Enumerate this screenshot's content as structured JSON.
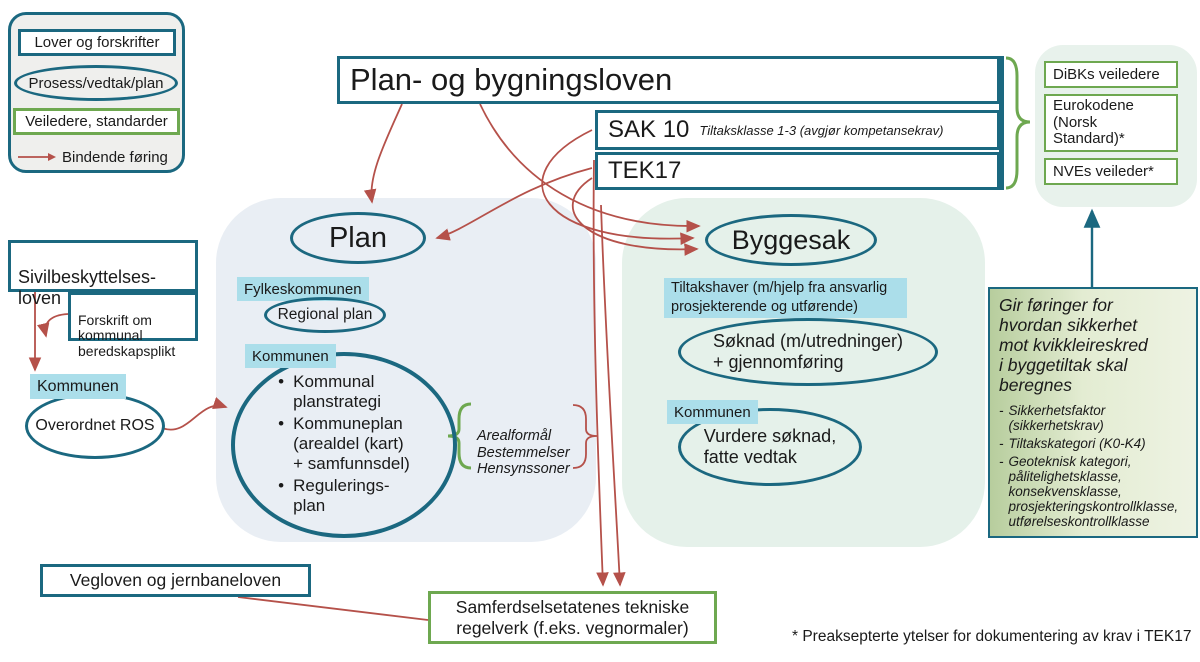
{
  "legend": {
    "law_label": "Lover og forskrifter",
    "process_label": "Prosess/vedtak/plan",
    "guide_label": "Veiledere, standarder",
    "arrow_label": "Bindende føring"
  },
  "laws": {
    "title": "Plan- og bygningsloven",
    "sak_name": "SAK 10",
    "sak_note": "Tiltaksklasse 1-3 (avgjør kompetansekrav)",
    "tek_name": "TEK17"
  },
  "guides": {
    "dibk": "DiBKs veiledere",
    "eurokoder": "Eurokodene\n(Norsk\nStandard)*",
    "nve": "NVEs veileder*"
  },
  "plan_area": {
    "title": "Plan",
    "fylkeskommunen_label": "Fylkeskommunen",
    "regional_plan": "Regional plan",
    "kommunen_label": "Kommunen",
    "items": [
      "Kommunal\nplanstrategi",
      "Kommuneplan\n(arealdel (kart)\n+ samfunnsdel)",
      "Regulerings-\nplan"
    ],
    "bracket_note": "Arealformål\nBestemmelser\nHensynssoner"
  },
  "byggesak_area": {
    "title": "Byggesak",
    "tiltakshaver_label": "Tiltakshaver (m/hjelp fra ansvarlig\nprosjekterende og utførende)",
    "soknad": "Søknad (m/utredninger)\n+ gjennomføring",
    "kommunen_label": "Kommunen",
    "vurdere": "Vurdere søknad,\nfatte vedtak"
  },
  "sivil": {
    "law": "Sivilbeskyttelses-\nloven",
    "forskrift": "Forskrift om\nkommunal\nberedskapsplikt",
    "kommunen_label": "Kommunen",
    "ros": "Overordnet ROS"
  },
  "transport": {
    "law": "Vegloven og jernbaneloven",
    "regelverk": "Samferdselsetatenes tekniske\nregelverk (f.eks. vegnormaler)"
  },
  "foringer": {
    "heading": "Gir føringer for\nhvordan sikkerhet\nmot kvikkleireskred\ni byggetiltak skal\nberegnes",
    "items": [
      "Sikkerhetsfaktor\n(sikkerhetskrav)",
      "Tiltakskategori (K0-K4)",
      "Geoteknisk kategori,\npålitelighetsklasse,\nkonsekvensklasse,\nprosjekteringskontrollklasse,\nutførelseskontrollklasse"
    ]
  },
  "footnote": "* Preaksepterte ytelser for dokumentering av krav i TEK17",
  "colors": {
    "teal": "#1b6880",
    "green": "#6ea850",
    "red": "#b5514a",
    "label_blue": "#abdeea",
    "plan_bg": "#e9eef4",
    "byggesak_bg": "#e5f1ea"
  }
}
